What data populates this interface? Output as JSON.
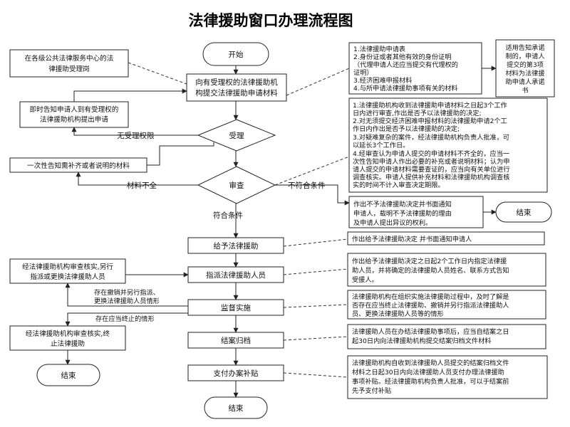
{
  "title": "法律援助窗口办理流程图",
  "main": {
    "start": "开始",
    "submit": [
      "向有受理权的法律援助机",
      "构提交法律援助申请材料"
    ],
    "accept": "受理",
    "review": "审查",
    "grant": "给予法律援助",
    "assign": "指派法律援助人员",
    "supervise": "监督实施",
    "close": "结案归档",
    "pay": "支付办案补贴",
    "end_bottom": "结束"
  },
  "left": {
    "public_center": [
      "在各级公共法律服务中心的法",
      "律援助受理岗"
    ],
    "notify": [
      "即时告知申请人到有受理权的",
      "法律援助机构提出申请"
    ],
    "once_notify": "一次性告知需补齐或者说明的材料",
    "reassign": [
      "经法律援助机构审查核实,另行",
      "指派或更换法律援助人员"
    ],
    "terminate": [
      "经法律援助机构审查核实,终",
      "止法律援助"
    ],
    "end_left": "结束"
  },
  "edge_labels": {
    "no_authority": "无受理权限",
    "materials_incomplete": "材料不全",
    "not_qualified": "不符合条件",
    "qualified": "符合条件",
    "revoke": [
      "存在撤销并另行指派、",
      "更换法律援助人员情形"
    ],
    "terminate_case": "存在应当终止的情形"
  },
  "right": {
    "materials": [
      "1.法律援助申请表",
      "2.身份证或者其他有效的身份证明",
      "（代理申请人还应当提交有代理权的",
      "证明）",
      "3.经济困难申报材料",
      "4.与所申请法律援助事项有关的材料"
    ],
    "promise": [
      "适用告知承诺",
      "制的，申请人",
      "提交的第3项",
      "材料为法律援",
      "助申请人承诺",
      "书"
    ],
    "review_notes": [
      "1.法律援助机构收到法律援助申请材料之日起3个工作",
      "日内进行审查,作出是否予以法律援助的决定;",
      "2.对无须提交经济困难申报材料的法律援助申请2个工",
      "作日内作出是否予以法律援助的决定;",
      "3.对疑难复杂的案件，经法律援助机构负责人批准，可",
      "以延长3个工作日。",
      "4.经审查认为申请人提交的申请材料不齐全的，应当一",
      "次性告知申请人作出必要的补充或者说明材料；认为申",
      "请人提交的申请材料需要查证的，应当向有关单位进行",
      "调查核实。申请人提供补充材料和法律援助机构调查核",
      "实的时间不计入审查决定期限。"
    ],
    "deny": [
      "作出不予法律援助决定并书面通知",
      "申请人，载明不予法律援助的理由",
      "及申请人提出异议的权利。"
    ],
    "end_right": "结束",
    "grant_note": "作出给予法律援助决定 并书面通知申请人",
    "assign_note": [
      "作出给予法律援助决定之日起2个工作日内指定法律援",
      "助人员，并将确定的法律援助人员姓名、联系方式告知",
      "受援人。"
    ],
    "supervise_note": [
      "法律援助机构在组织实施法律援助过程中，及时了解是",
      "否存在应当终止法律援助、撤销并另行指派法律援助人",
      "员、更换法律援助人员等的情形"
    ],
    "close_note": [
      "法律援助人员在办结法律援助事项后，应当自结案之日",
      "起30日内向法律援助机构提交结案归档文件材料"
    ],
    "pay_note": [
      "法律援助机构自收到法律援助人员提交的结案归档文件",
      "材料之日起30日内向法律援助人员支付办理法律援助",
      "事项补贴。经法律援助机构负责人批准，可以于结案前",
      "先予支付补贴"
    ]
  },
  "colors": {
    "line": "#222222",
    "background": "#ffffff"
  }
}
